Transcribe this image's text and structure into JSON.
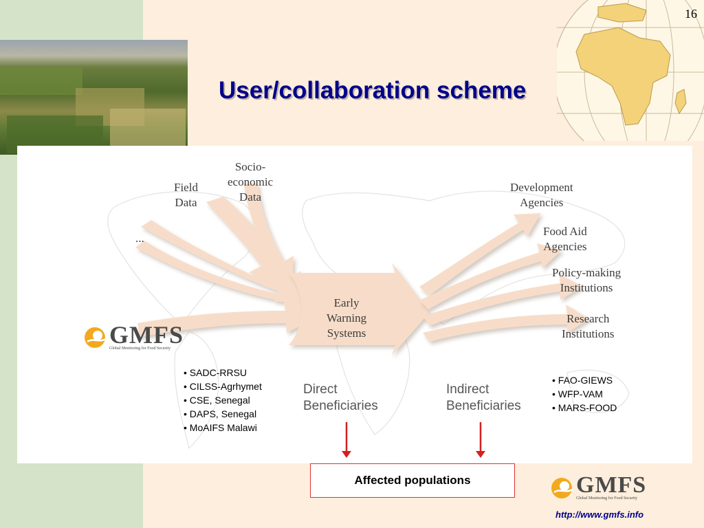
{
  "slide": {
    "page_number": "16",
    "title": "User/collaboration scheme"
  },
  "diagram": {
    "inputs": {
      "field_data": [
        "Field",
        "Data"
      ],
      "socio_economic_data": [
        "Socio-",
        "economic",
        "Data"
      ],
      "ellipsis": "..."
    },
    "center": [
      "Early",
      "Warning",
      "Systems"
    ],
    "outputs": {
      "development_agencies": [
        "Development",
        "Agencies"
      ],
      "food_aid_agencies": [
        "Food Aid",
        "Agencies"
      ],
      "policy_making_institutions": [
        "Policy-making",
        "Institutions"
      ],
      "research_institutions": [
        "Research",
        "Institutions"
      ]
    },
    "direct_beneficiaries": [
      "Direct",
      "Beneficiaries"
    ],
    "indirect_beneficiaries": [
      "Indirect",
      "Beneficiaries"
    ],
    "direct_list": [
      "SADC-RRSU",
      "CILSS-Agrhymet",
      "CSE, Senegal",
      "DAPS, Senegal",
      "MoAIFS Malawi"
    ],
    "indirect_list": [
      "FAO-GIEWS",
      "WFP-VAM",
      "MARS-FOOD"
    ],
    "affected_label": "Affected populations"
  },
  "logo": {
    "name": "GMFS",
    "tagline": "Global Monitoring for Food Security"
  },
  "footer": {
    "url": "http://www.gmfs.info"
  },
  "colors": {
    "title": "#00008b",
    "arrow_fill": "#f7ddc9",
    "down_arrow": "#d32020",
    "logo_orange": "#f2a91e"
  }
}
